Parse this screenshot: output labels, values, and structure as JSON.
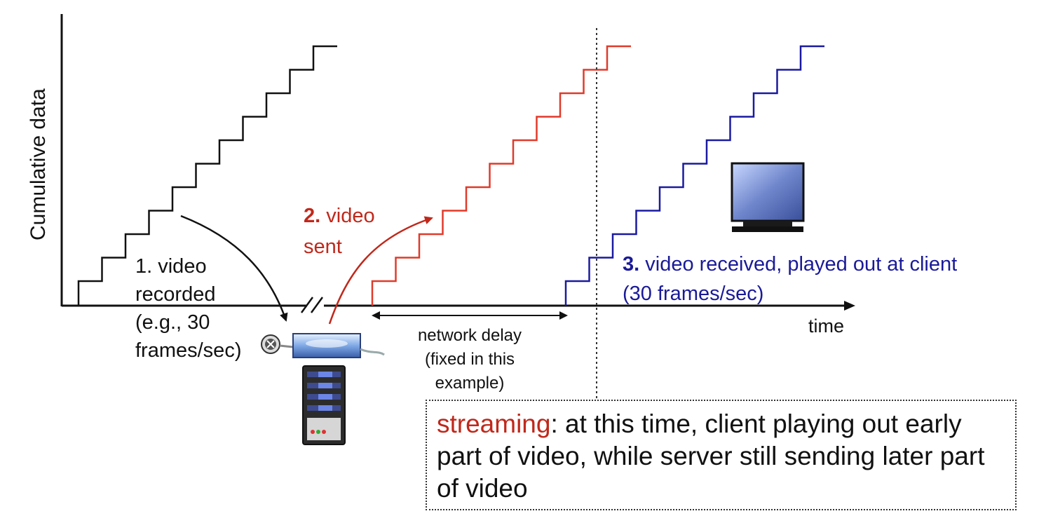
{
  "y_axis": {
    "label": "Cumulative data"
  },
  "x_axis": {
    "label": "time"
  },
  "step1": {
    "line1": "1.  video",
    "line2": "recorded",
    "line3": "(e.g., 30",
    "line4": "frames/sec)"
  },
  "step2": {
    "number": "2.",
    "line1_rest": " video",
    "line2": "sent"
  },
  "step3": {
    "number": "3.",
    "line1_rest": " video received, played out at client",
    "line2": "(30 frames/sec)"
  },
  "network_delay": {
    "line1": "network delay",
    "line2": "(fixed in this",
    "line3": "example)"
  },
  "callout": {
    "keyword": "streaming",
    "text": ": at this time, client  playing out early part of video, while server still sending later part of video"
  },
  "colors": {
    "recorded": "#111111",
    "sent": "#e03a2a",
    "received": "#1a1aa0",
    "accent_red": "#c0281b"
  },
  "icons": [
    "server-icon",
    "video-reel-icon",
    "monitor-icon"
  ]
}
